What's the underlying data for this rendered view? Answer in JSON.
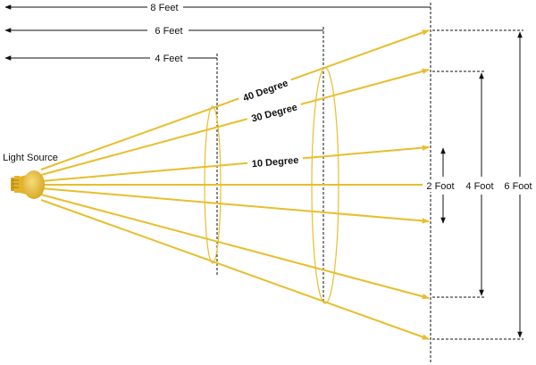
{
  "distances": {
    "eight_feet": "8 Feet",
    "six_feet": "6 Feet",
    "four_feet": "4 Feet"
  },
  "light_source_label": "Light Source",
  "angles": {
    "forty": "40 Degree",
    "thirty": "30 Degree",
    "ten": "10 Degree"
  },
  "spreads": {
    "two_foot": "2 Foot",
    "four_foot": "4 Foot",
    "six_foot": "6 Foot"
  },
  "colors": {
    "beam": "#E8BE2E",
    "ink": "#111111"
  }
}
